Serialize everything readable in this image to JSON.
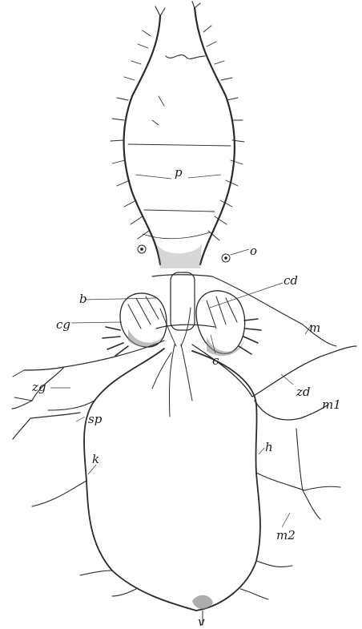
{
  "labels": {
    "p": "p",
    "o": "o",
    "b": "b",
    "cd": "cd",
    "cg": "cg",
    "m": "m",
    "c": "c",
    "zd": "zd",
    "zg": "zg",
    "m1": "m1",
    "sp": "sp",
    "h": "h",
    "k": "k",
    "m2": "m2",
    "v": "v"
  }
}
